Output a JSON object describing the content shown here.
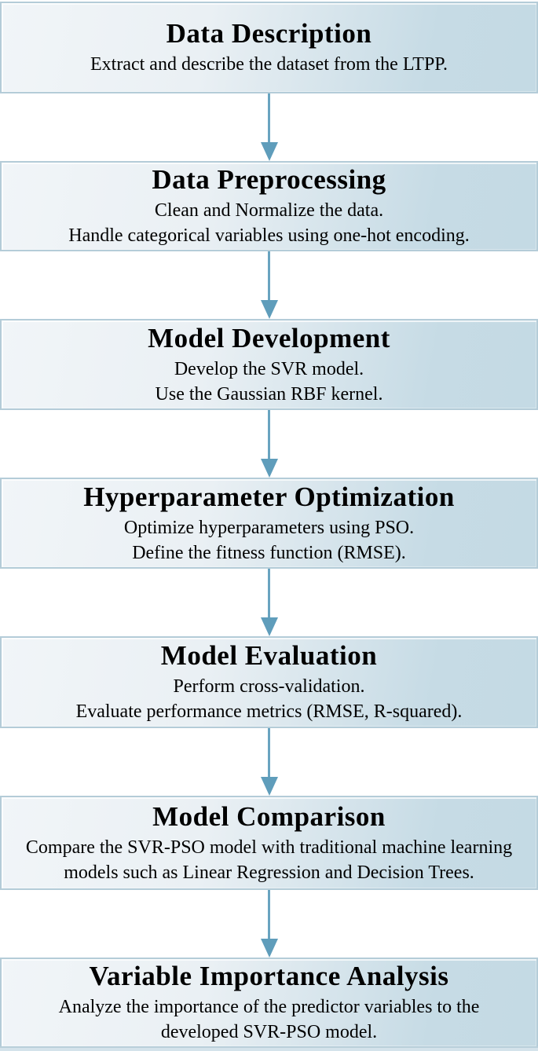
{
  "flowchart": {
    "boxes": [
      {
        "title": "Data Description",
        "lines": [
          "Extract and describe the dataset from the LTPP."
        ]
      },
      {
        "title": "Data Preprocessing",
        "lines": [
          "Clean and Normalize the data.",
          "Handle categorical variables using one-hot encoding."
        ]
      },
      {
        "title": "Model Development",
        "lines": [
          "Develop the SVR model.",
          "Use the Gaussian RBF kernel."
        ]
      },
      {
        "title": "Hyperparameter Optimization",
        "lines": [
          "Optimize hyperparameters using PSO.",
          "Define the fitness function (RMSE)."
        ]
      },
      {
        "title": "Model Evaluation",
        "lines": [
          "Perform cross-validation.",
          "Evaluate performance metrics (RMSE, R-squared)."
        ]
      },
      {
        "title": "Model Comparison",
        "lines": [
          "Compare the SVR-PSO model with traditional machine learning",
          "models such as Linear Regression and Decision Trees."
        ]
      },
      {
        "title": "Variable Importance Analysis",
        "lines": [
          "Analyze the importance of the predictor variables to the",
          "developed SVR-PSO model."
        ]
      }
    ],
    "colors": {
      "box_fill_light": "#f1f5f8",
      "box_fill_dark": "#c6dbe5",
      "box_border": "#b4ccd8",
      "arrow": "#5f9dbb",
      "text": "#000000",
      "background": "#ffffff"
    }
  }
}
